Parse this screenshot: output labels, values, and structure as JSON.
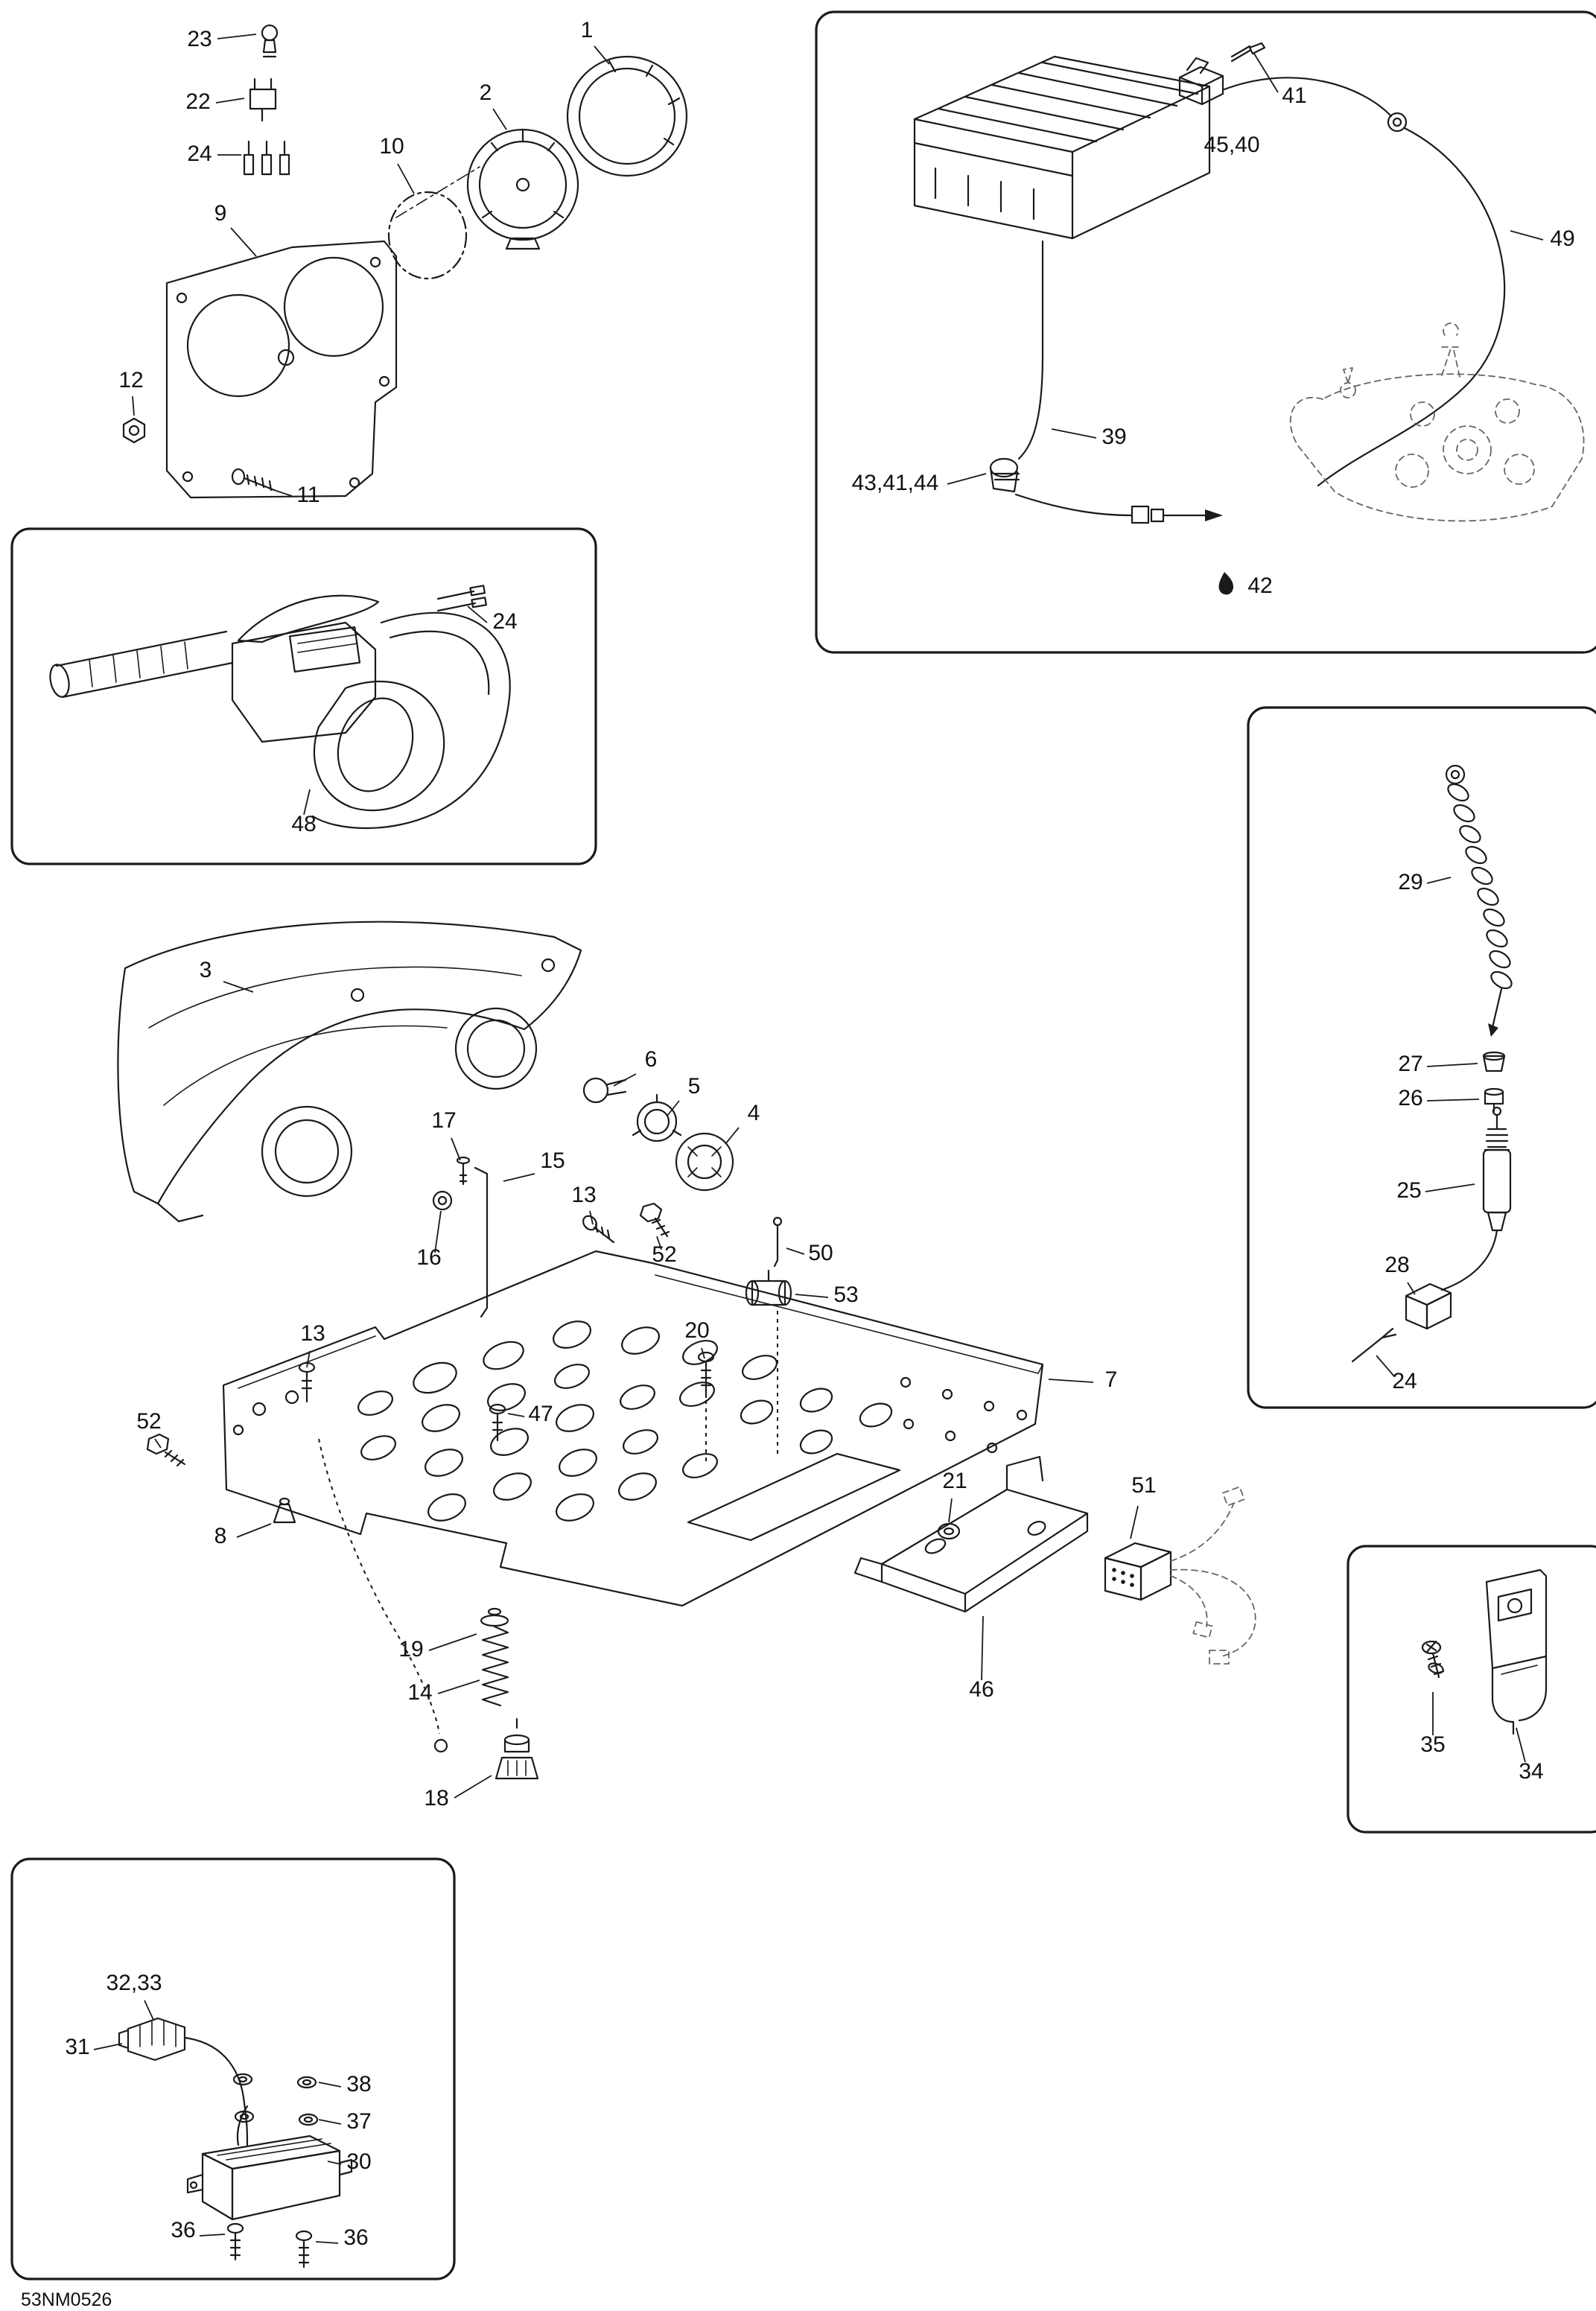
{
  "meta": {
    "drawing_code": "53NM0526"
  },
  "colors": {
    "line": "#1a1a1a",
    "phantom": "#666666",
    "background": "#ffffff"
  },
  "parts": {
    "p1": "1",
    "p2": "2",
    "p3": "3",
    "p4": "4",
    "p5": "5",
    "p6": "6",
    "p7": "7",
    "p8": "8",
    "p9": "9",
    "p10": "10",
    "p11": "11",
    "p12": "12",
    "p13": "13",
    "p14": "14",
    "p15": "15",
    "p16": "16",
    "p17": "17",
    "p18": "18",
    "p19": "19",
    "p20": "20",
    "p21": "21",
    "p22": "22",
    "p23": "23",
    "p24": "24",
    "p25": "25",
    "p26": "26",
    "p27": "27",
    "p28": "28",
    "p29": "29",
    "p30": "30",
    "p31": "31",
    "p32_33": "32,33",
    "p34": "34",
    "p35": "35",
    "p36": "36",
    "p37": "37",
    "p38": "38",
    "p39": "39",
    "p41": "41",
    "p42": "42",
    "p43_41_44": "43,41,44",
    "p45_40": "45,40",
    "p46": "46",
    "p47": "47",
    "p48": "48",
    "p49": "49",
    "p50": "50",
    "p51": "51",
    "p52": "52",
    "p53": "53"
  }
}
